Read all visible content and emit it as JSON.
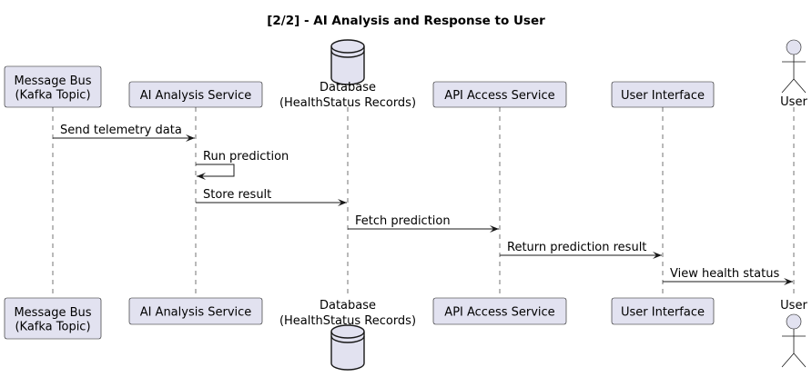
{
  "title": "[2/2] - AI Analysis and Response to User",
  "participants": [
    {
      "id": "bus",
      "kind": "box",
      "label": [
        "Message Bus",
        "(Kafka Topic)"
      ]
    },
    {
      "id": "ai",
      "kind": "box",
      "label": [
        "AI Analysis Service"
      ]
    },
    {
      "id": "db",
      "kind": "database",
      "label": [
        "Database",
        "(HealthStatus Records)"
      ]
    },
    {
      "id": "api",
      "kind": "box",
      "label": [
        "API Access Service"
      ]
    },
    {
      "id": "ui",
      "kind": "box",
      "label": [
        "User Interface"
      ]
    },
    {
      "id": "user",
      "kind": "actor",
      "label": [
        "User"
      ]
    }
  ],
  "messages": [
    {
      "from": "bus",
      "to": "ai",
      "label": "Send telemetry data"
    },
    {
      "from": "ai",
      "to": "ai",
      "label": "Run prediction"
    },
    {
      "from": "ai",
      "to": "db",
      "label": "Store result"
    },
    {
      "from": "db",
      "to": "api",
      "label": "Fetch prediction"
    },
    {
      "from": "api",
      "to": "ui",
      "label": "Return prediction result"
    },
    {
      "from": "ui",
      "to": "user",
      "label": "View health status"
    }
  ]
}
